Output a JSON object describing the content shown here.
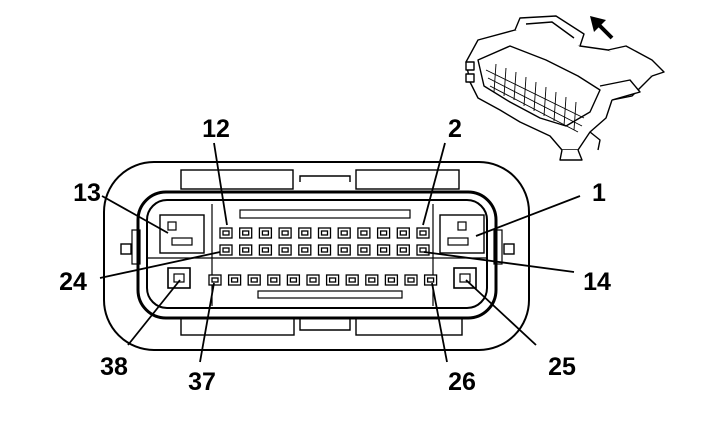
{
  "pin_labels": {
    "p12": "12",
    "p2": "2",
    "p13": "13",
    "p1": "1",
    "p24": "24",
    "p14": "14",
    "p38": "38",
    "p37": "37",
    "p26": "26",
    "p25": "25"
  },
  "direction_arrow": "arrow-up-left-icon",
  "colors": {
    "line": "#000000",
    "background": "#ffffff"
  }
}
